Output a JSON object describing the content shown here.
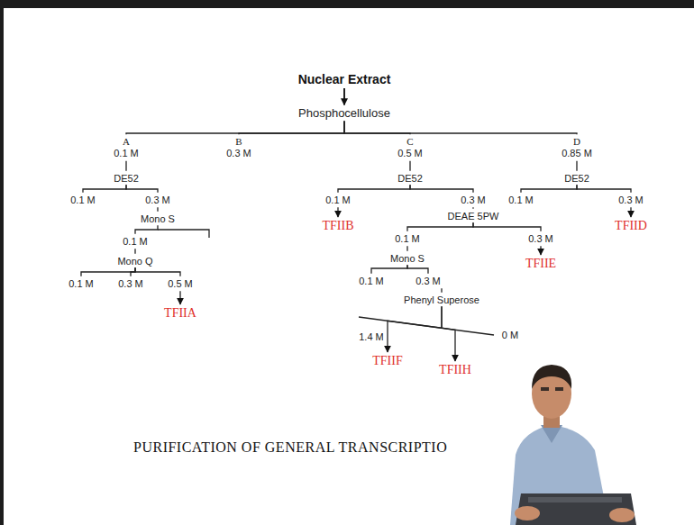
{
  "diagram": {
    "caption": "PURIFICATION OF GENERAL TRANSCRIPTIO",
    "nodes": [
      {
        "text": [
          "Nuclear Extract"
        ]
      },
      {
        "text": [
          "Phosphocellulose"
        ]
      },
      {
        "text": [
          "A",
          "0.1 M"
        ]
      },
      {
        "text": [
          "B",
          "0.3 M"
        ]
      },
      {
        "text": [
          "C",
          "0.5 M"
        ]
      },
      {
        "text": [
          "D",
          "0.85 M"
        ]
      },
      {
        "text": [
          "DE52"
        ]
      },
      {
        "text": [
          "0.1 M"
        ]
      },
      {
        "text": [
          "0.3 M"
        ]
      },
      {
        "text": [
          "DE52"
        ]
      },
      {
        "text": [
          "0.1 M"
        ]
      },
      {
        "text": [
          "0.3 M"
        ]
      },
      {
        "text": [
          "DE52"
        ]
      },
      {
        "text": [
          "0.1 M"
        ]
      },
      {
        "text": [
          "0.3 M"
        ]
      },
      {
        "text": [
          "Mono S"
        ]
      },
      {
        "text": [
          "TFIIB"
        ]
      },
      {
        "text": [
          "DEAE 5PW"
        ]
      },
      {
        "text": [
          "TFIID"
        ]
      },
      {
        "text": [
          "0.1 M"
        ]
      },
      {
        "text": [
          "0.1 M"
        ]
      },
      {
        "text": [
          "0.3 M"
        ]
      },
      {
        "text": [
          "Mono Q"
        ]
      },
      {
        "text": [
          "Mono S"
        ]
      },
      {
        "text": [
          "TFIIE"
        ]
      },
      {
        "text": [
          "0.1 M"
        ]
      },
      {
        "text": [
          "0.3 M"
        ]
      },
      {
        "text": [
          "0.5 M"
        ]
      },
      {
        "text": [
          "0.1 M"
        ]
      },
      {
        "text": [
          "0.3 M"
        ]
      },
      {
        "text": [
          "TFIIA"
        ]
      },
      {
        "text": [
          "Phenyl Superose"
        ]
      },
      {
        "text": [
          "TFIIF"
        ]
      },
      {
        "text": [
          "TFIIH"
        ]
      }
    ],
    "edges": [
      {
        "from": 0,
        "to": 1,
        "arrow": "to"
      },
      {
        "from": 1,
        "to": 2,
        "arrow": "none"
      },
      {
        "from": 1,
        "to": 3,
        "arrow": "none"
      },
      {
        "from": 1,
        "to": 4,
        "arrow": "none"
      },
      {
        "from": 1,
        "to": 5,
        "arrow": "none"
      },
      {
        "from": 2,
        "to": 6,
        "arrow": "none"
      },
      {
        "from": 6,
        "to": 7,
        "arrow": "none"
      },
      {
        "from": 6,
        "to": 8,
        "arrow": "none"
      },
      {
        "from": 8,
        "to": 15,
        "arrow": "none"
      },
      {
        "from": 15,
        "to": 19,
        "arrow": "none"
      },
      {
        "from": 19,
        "to": 22,
        "arrow": "none"
      },
      {
        "from": 22,
        "to": 25,
        "arrow": "none"
      },
      {
        "from": 22,
        "to": 26,
        "arrow": "none"
      },
      {
        "from": 22,
        "to": 27,
        "arrow": "none"
      },
      {
        "from": 27,
        "to": 30,
        "arrow": "to"
      },
      {
        "from": 4,
        "to": 9,
        "arrow": "none"
      },
      {
        "from": 9,
        "to": 10,
        "arrow": "none"
      },
      {
        "from": 9,
        "to": 11,
        "arrow": "none"
      },
      {
        "from": 10,
        "to": 16,
        "arrow": "to"
      },
      {
        "from": 11,
        "to": 17,
        "arrow": "none"
      },
      {
        "from": 17,
        "to": 20,
        "arrow": "none"
      },
      {
        "from": 17,
        "to": 21,
        "arrow": "none"
      },
      {
        "from": 21,
        "to": 24,
        "arrow": "to"
      },
      {
        "from": 20,
        "to": 23,
        "arrow": "none"
      },
      {
        "from": 23,
        "to": 28,
        "arrow": "none"
      },
      {
        "from": 23,
        "to": 29,
        "arrow": "none"
      },
      {
        "from": 29,
        "to": 31,
        "arrow": "none"
      },
      {
        "from": 31,
        "to": 32,
        "arrow": "to"
      },
      {
        "from": 31,
        "to": 33,
        "arrow": "to"
      },
      {
        "from": 5,
        "to": 12,
        "arrow": "none"
      },
      {
        "from": 12,
        "to": 13,
        "arrow": "none"
      },
      {
        "from": 12,
        "to": 14,
        "arrow": "none"
      },
      {
        "from": 14,
        "to": 18,
        "arrow": "to"
      }
    ],
    "labels": [
      "1.4 M",
      "0 M"
    ]
  }
}
